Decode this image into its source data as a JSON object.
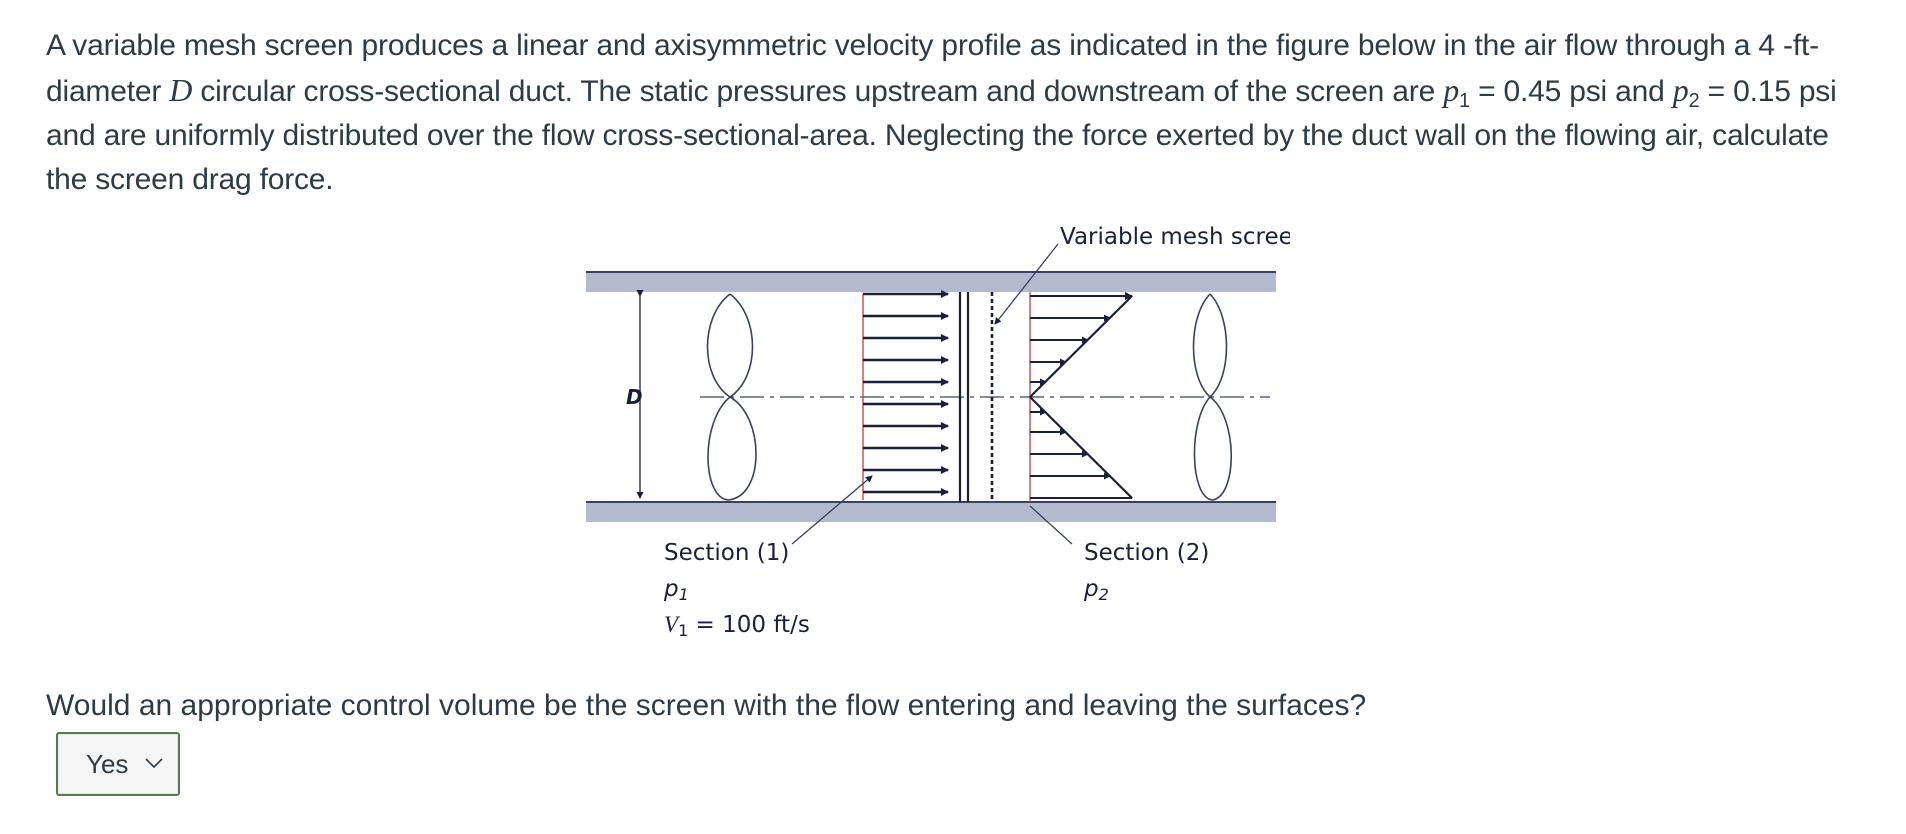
{
  "problem": {
    "part1": "A variable mesh screen produces a linear and axisymmetric velocity profile as indicated in the figure below in the air flow through a 4 -ft-diameter ",
    "D": "D",
    "part2": " circular cross-sectional duct. The static pressures upstream and downstream of the screen are ",
    "p": "p",
    "sub1": "1",
    "part3": " = 0.45 psi and ",
    "sub2": "2",
    "part4": " = 0.15 psi and are uniformly distributed over the flow cross-sectional-area. Neglecting the force exerted by the duct wall on the flowing air, calculate the screen drag force."
  },
  "figure": {
    "screen_label": "Variable mesh screen",
    "diameter_label": "D",
    "section1_label": "Section (1)",
    "p1_label": "p",
    "p1_sub": "1",
    "v1_label": "V",
    "v1_sub": "1",
    "v1_value": " = 100 ft/s",
    "section2_label": "Section (2)",
    "p2_label": "p",
    "p2_sub": "2"
  },
  "question": {
    "text": "Would an appropriate control volume be the screen with the flow entering and leaving the surfaces?",
    "selected": "Yes"
  },
  "icons": {
    "dropdown": "chevron-down-icon"
  },
  "colors": {
    "wall": "#b3b9cf",
    "wall_edge": "#4a5070",
    "arrow": "#1a1f3a",
    "section_line": "#c0504d",
    "select_border": "#557a55"
  }
}
